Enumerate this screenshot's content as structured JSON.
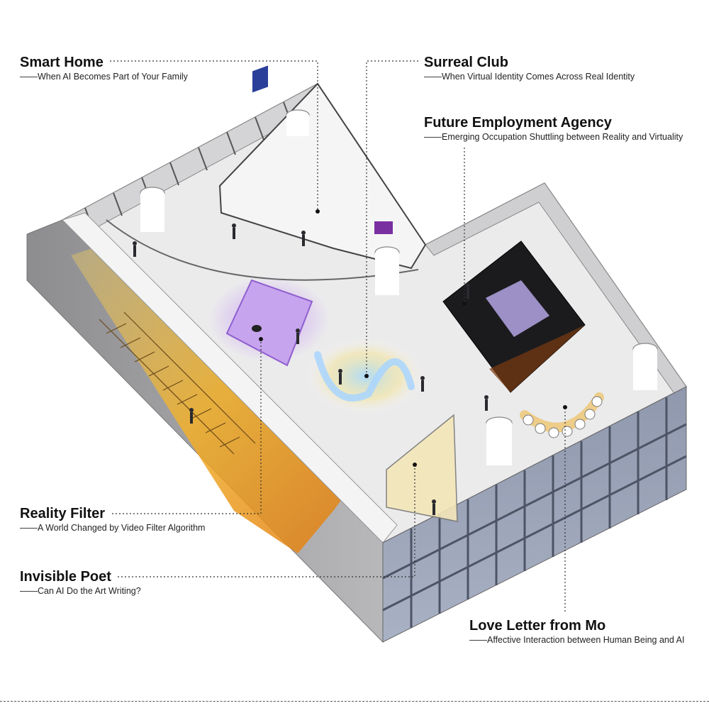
{
  "zones": [
    {
      "id": "smart-home",
      "title": "Smart Home",
      "subtitle": "——When AI Becomes Part of Your Family"
    },
    {
      "id": "surreal-club",
      "title": "Surreal Club",
      "subtitle": "——When Virtual Identity Comes Across Real Identity"
    },
    {
      "id": "future-employment-agency",
      "title": "Future Employment Agency",
      "subtitle": "——Emerging Occupation Shuttling between Reality and Virtuality"
    },
    {
      "id": "reality-filter",
      "title": "Reality Filter",
      "subtitle": "——A World Changed by Video Filter Algorithm"
    },
    {
      "id": "invisible-poet",
      "title": "Invisible Poet",
      "subtitle": "——Can AI Do the Art Writing?"
    },
    {
      "id": "love-letter-from-mo",
      "title": "Love Letter from Mo",
      "subtitle": "——Affective Interaction between Human Being and AI"
    }
  ],
  "colors": {
    "floor": "#e9e9ea",
    "wall": "#bdbdbf",
    "glass_facade": "#9aa3b8",
    "stair_glow": "#f2b12a",
    "reality_filter": "#b07ae6",
    "agency_box": "#1b1b1e",
    "leader_line": "#333333"
  }
}
